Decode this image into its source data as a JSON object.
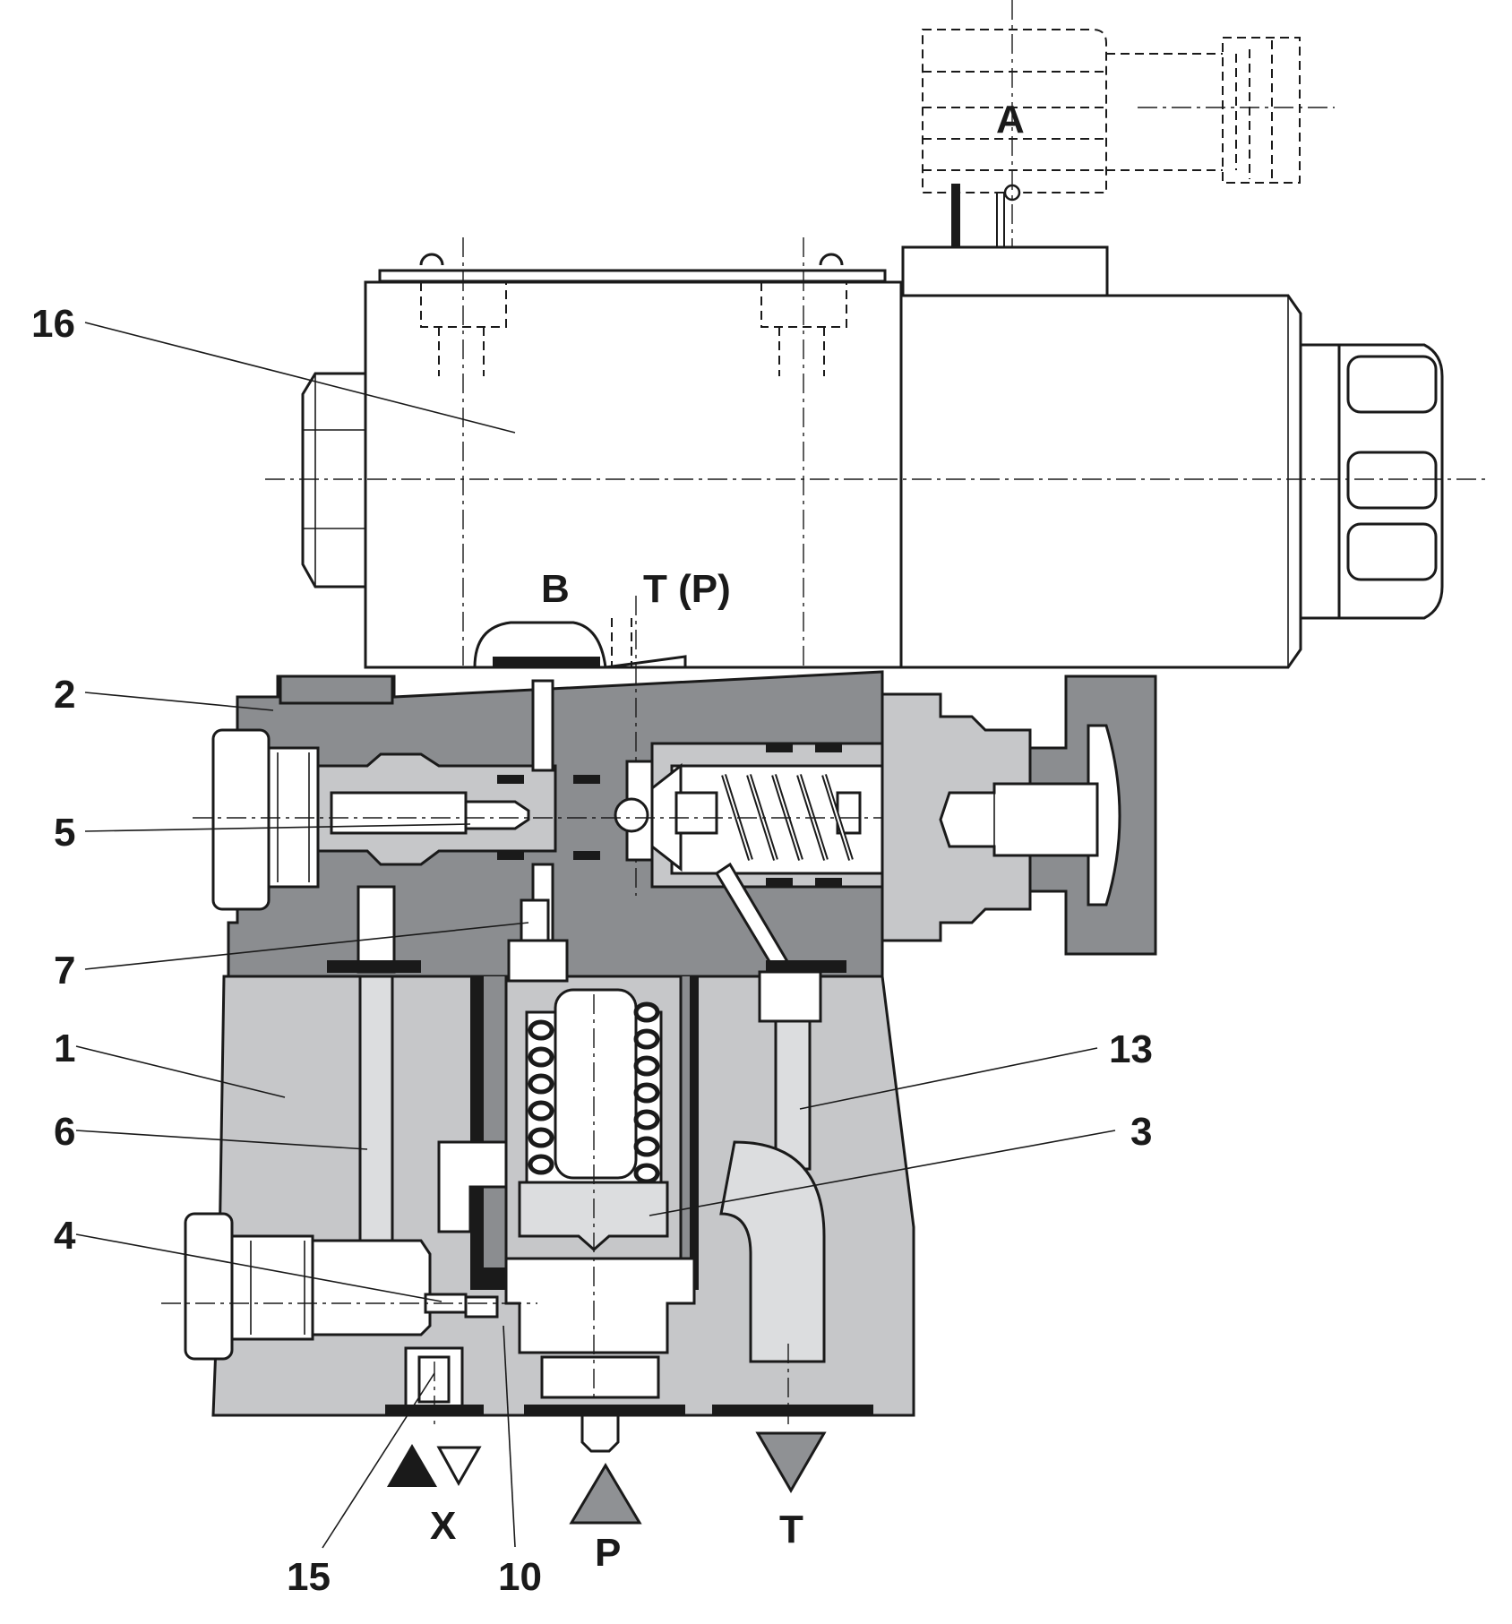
{
  "colors": {
    "line": "#1a1a1a",
    "dark_body": "#8b8d90",
    "light_body": "#c6c7c9",
    "lighter_part": "#dcdddf",
    "white": "#ffffff",
    "port_gray": "#8f9194"
  },
  "callouts": [
    {
      "id": "16",
      "text": "16"
    },
    {
      "id": "2",
      "text": "2"
    },
    {
      "id": "5",
      "text": "5"
    },
    {
      "id": "7",
      "text": "7"
    },
    {
      "id": "1",
      "text": "1"
    },
    {
      "id": "6",
      "text": "6"
    },
    {
      "id": "4",
      "text": "4"
    },
    {
      "id": "15",
      "text": "15"
    },
    {
      "id": "10",
      "text": "10"
    },
    {
      "id": "13",
      "text": "13"
    },
    {
      "id": "3",
      "text": "3"
    }
  ],
  "ports": {
    "A": "A",
    "B": "B",
    "T_P": "T (P)",
    "X": "X",
    "P": "P",
    "T": "T"
  },
  "port_symbols": {
    "X_filled": "triangle-up-filled",
    "X_outline": "triangle-down-outline",
    "P": "triangle-up-gray",
    "T": "triangle-down-gray"
  }
}
